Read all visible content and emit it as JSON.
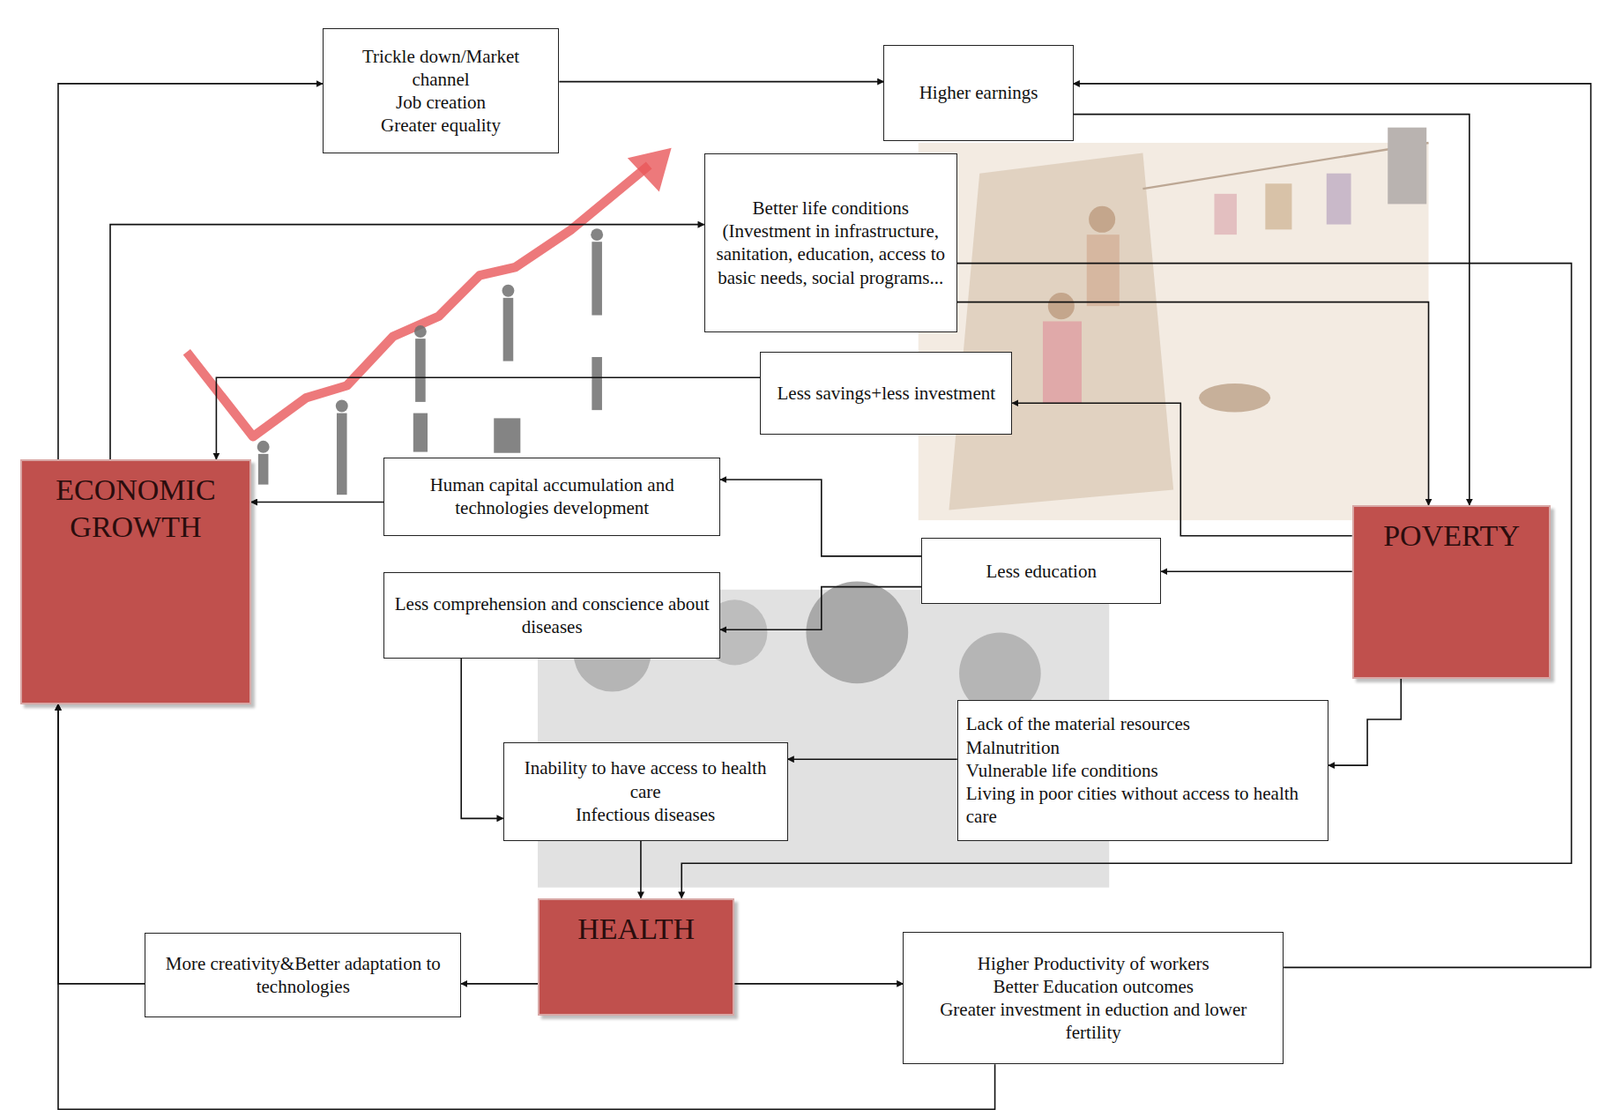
{
  "diagram": {
    "nodes": [
      {
        "text": [
          "Trickle down/Market channel",
          "Job creation",
          "Greater equality"
        ]
      },
      {
        "text": [
          "Higher earnings"
        ]
      },
      {
        "text": [
          "Better life conditions",
          "(Investment in infrastructure, sanitation, education, access to basic needs, social programs..."
        ]
      },
      {
        "text": [
          "Less savings+less investment"
        ]
      },
      {
        "text": [
          "ECONOMIC GROWTH"
        ]
      },
      {
        "text": [
          "Human capital accumulation and technologies development"
        ]
      },
      {
        "text": [
          "POVERTY"
        ]
      },
      {
        "text": [
          "Less education"
        ]
      },
      {
        "text": [
          "Less comprehension and conscience about diseases"
        ]
      },
      {
        "text": [
          "Lack of the material resources",
          "Malnutrition",
          "Vulnerable life conditions",
          "Living in poor cities without access to health care"
        ]
      },
      {
        "text": [
          "Inability to have access to health care",
          "Infectious diseases"
        ]
      },
      {
        "text": [
          "HEALTH"
        ]
      },
      {
        "text": [
          "More creativity&Better adaptation to technologies"
        ]
      },
      {
        "text": [
          "Higher Productivity of workers",
          "Better Education outcomes",
          "Greater investment in eduction and lower fertility"
        ]
      }
    ],
    "edges": [
      {
        "from": 4,
        "to": 0,
        "arrow": "to"
      },
      {
        "from": 0,
        "to": 1,
        "arrow": "to"
      },
      {
        "from": 1,
        "to": 6,
        "arrow": "to"
      },
      {
        "from": 4,
        "to": 2,
        "arrow": "to"
      },
      {
        "from": 2,
        "to": 6,
        "arrow": "to"
      },
      {
        "from": 2,
        "to": 11,
        "arrow": "to"
      },
      {
        "from": 6,
        "to": 3,
        "arrow": "to"
      },
      {
        "from": 3,
        "to": 4,
        "arrow": "to"
      },
      {
        "from": 6,
        "to": 7,
        "arrow": "to"
      },
      {
        "from": 7,
        "to": 5,
        "arrow": "to"
      },
      {
        "from": 7,
        "to": 8,
        "arrow": "to"
      },
      {
        "from": 5,
        "to": 4,
        "arrow": "to"
      },
      {
        "from": 6,
        "to": 9,
        "arrow": "to"
      },
      {
        "from": 9,
        "to": 10,
        "arrow": "to"
      },
      {
        "from": 8,
        "to": 10,
        "arrow": "to"
      },
      {
        "from": 10,
        "to": 11,
        "arrow": "to"
      },
      {
        "from": 11,
        "to": 12,
        "arrow": "to"
      },
      {
        "from": 12,
        "to": 4,
        "arrow": "to"
      },
      {
        "from": 11,
        "to": 13,
        "arrow": "to"
      },
      {
        "from": 13,
        "to": 4,
        "arrow": "to"
      },
      {
        "from": 13,
        "to": 1,
        "arrow": "to"
      }
    ]
  }
}
